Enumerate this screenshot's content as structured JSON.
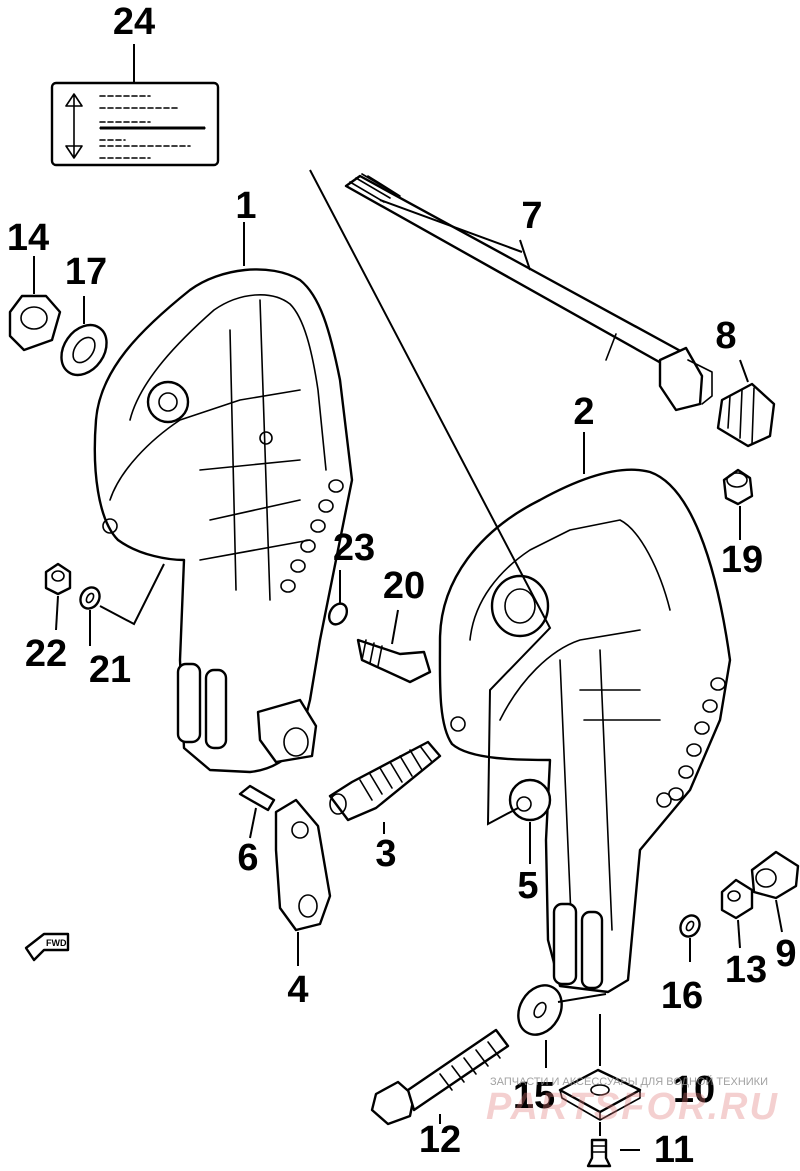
{
  "callouts": [
    {
      "id": "1",
      "text": "1"
    },
    {
      "id": "2",
      "text": "2"
    },
    {
      "id": "3",
      "text": "3"
    },
    {
      "id": "4",
      "text": "4"
    },
    {
      "id": "5",
      "text": "5"
    },
    {
      "id": "6",
      "text": "6"
    },
    {
      "id": "7",
      "text": "7"
    },
    {
      "id": "8",
      "text": "8"
    },
    {
      "id": "9",
      "text": "9"
    },
    {
      "id": "10",
      "text": "10"
    },
    {
      "id": "11",
      "text": "11"
    },
    {
      "id": "12",
      "text": "12"
    },
    {
      "id": "13",
      "text": "13"
    },
    {
      "id": "14",
      "text": "14"
    },
    {
      "id": "15",
      "text": "15"
    },
    {
      "id": "16",
      "text": "16"
    },
    {
      "id": "17",
      "text": "17"
    },
    {
      "id": "19",
      "text": "19"
    },
    {
      "id": "20",
      "text": "20"
    },
    {
      "id": "21",
      "text": "21"
    },
    {
      "id": "22",
      "text": "22"
    },
    {
      "id": "23",
      "text": "23"
    },
    {
      "id": "24",
      "text": "24"
    }
  ],
  "fwd_marker": "FWD",
  "watermark": {
    "text": "ЗАПЧАСТИ И АКСЕССУАРЫ ДЛЯ ВОДНОЙ ТЕХНИКИ",
    "logo": "PARTSFOR.RU"
  }
}
